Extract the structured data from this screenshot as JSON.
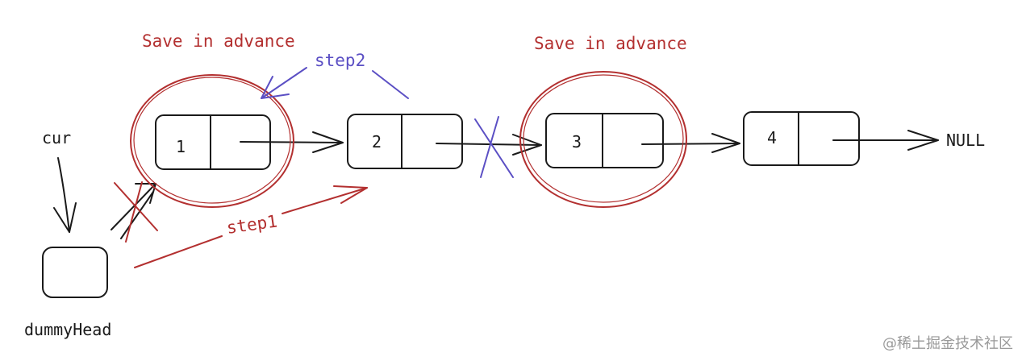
{
  "nodes": [
    {
      "value": "1"
    },
    {
      "value": "2"
    },
    {
      "value": "3"
    },
    {
      "value": "4"
    }
  ],
  "labels": {
    "cur": "cur",
    "dummy_head": "dummyHead",
    "null": "NULL",
    "step1": "step1",
    "step2": "step2",
    "save_left": "Save in advance",
    "save_right": "Save in advance"
  },
  "colors": {
    "ink": "#1a1a1a",
    "red": "#b33030",
    "purple": "#5b4fc4"
  },
  "watermark": "@稀土掘金技术社区"
}
